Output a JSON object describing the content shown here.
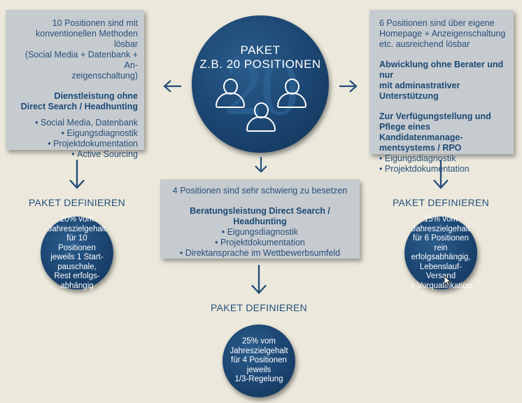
{
  "main_circle": {
    "line1": "PAKET",
    "line2": "Z.B. 20 POSITIONEN",
    "bg_number": "20"
  },
  "left_box": {
    "intro": [
      "10 Positionen sind mit",
      "konventionellen Methoden lösbar",
      "(Social Media + Datenbank + An-",
      "zeigenschaltung)"
    ],
    "heading": [
      "Dienstleistung ohne",
      "Direct Search / Headhunting"
    ],
    "items": [
      "Social Media, Datenbank",
      "Eigungsdiagnostik",
      "Projektdokumentation",
      "Active Sourcing"
    ]
  },
  "right_box": {
    "intro": [
      "6 Positionen sind über eigene",
      "Homepage + Anzeigenschaltung",
      "etc. ausreichend lösbar"
    ],
    "heading1": [
      "Abwicklung ohne Berater und nur",
      "mit adminastrativer Unterstützung"
    ],
    "heading2": [
      "Zur Verfügungstellung und",
      "Pflege eines Kandidatenmanage-",
      "mentsystems / RPO"
    ],
    "items": [
      "Eigungsdiagnostik",
      "Projektdokumentation"
    ]
  },
  "center_box": {
    "intro": "4 Positionen sind sehr schwierig zu besetzen",
    "heading": "Beratungsleistung Direct Search / Headhunting",
    "items": [
      "Eigungsdiagnostik",
      "Projektdokumentation",
      "Direktansprache im Wettbewerbsumfeld"
    ]
  },
  "package_labels": {
    "left": "PAKET DEFINIEREN",
    "center": "PAKET DEFINIEREN",
    "right": "PAKET DEFINIEREN"
  },
  "left_circle": [
    "20% vom",
    "Jahreszielgehalt",
    "für 10 Positionen",
    "jeweils 1 Start-",
    "pauschale,",
    "Rest erfolgs-",
    "abhängig"
  ],
  "center_circle": [
    "25% vom",
    "Jahreszielgehalt",
    "für 4 Positionen",
    "jeweils",
    "1/3-Regelung"
  ],
  "right_circle": [
    "15% vom",
    "Jahreszielgehalt",
    "für 6 Positionen",
    "rein erfolgsabhängig,",
    "Lebenslauf-Versand",
    "+ Vorqualifikation"
  ],
  "colors": {
    "background": "#ece9dc",
    "box_fill": "#c6cbd0",
    "circle_fill": "#1b4470",
    "text_blue": "#1d4a73"
  }
}
